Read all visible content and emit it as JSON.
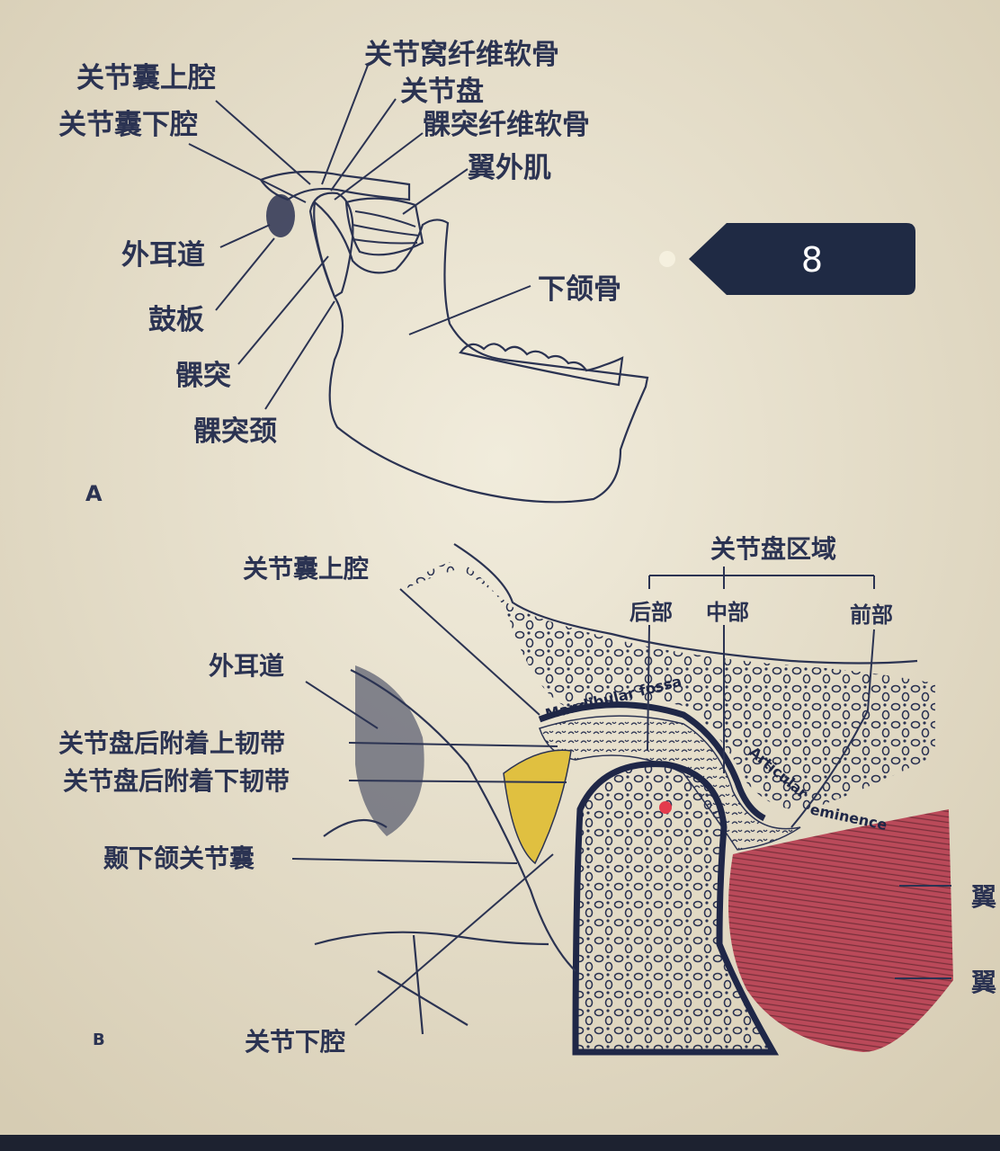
{
  "colors": {
    "background": "#e6dfcb",
    "ink": "#2b3352",
    "badge": "#1f2a44",
    "muscle": "#b0374a",
    "fat": "#e0c040"
  },
  "badge": {
    "number": "8"
  },
  "figure_a": {
    "panel_label": "A",
    "labels": {
      "glenoid_fibrocartilage": "关节窝纤维软骨",
      "upper_joint_cavity": "关节囊上腔",
      "disc": "关节盘",
      "lower_joint_cavity": "关节囊下腔",
      "condyle_fibrocartilage": "髁突纤维软骨",
      "lateral_pterygoid": "翼外肌",
      "external_auditory_canal": "外耳道",
      "mandible": "下颌骨",
      "tympanic_plate": "鼓板",
      "condyle": "髁突",
      "condylar_neck": "髁突颈"
    }
  },
  "figure_b": {
    "panel_label": "B",
    "labels": {
      "disc_regions": "关节盘区域",
      "posterior": "后部",
      "middle": "中部",
      "anterior": "前部",
      "upper_joint_cavity": "关节囊上腔",
      "external_auditory_canal": "外耳道",
      "upper_retrodiscal_lamina": "关节盘后附着上韧带",
      "lower_retrodiscal_lamina": "关节盘后附着下韧带",
      "tmj_capsule": "颞下颌关节囊",
      "lower_joint_cavity": "关节下腔",
      "mandibular_fossa": "Mandibular fossa",
      "articular_eminence_1": "Articular",
      "articular_eminence_2": "eminence",
      "cut_label_1": "翼",
      "cut_label_2": "翼"
    }
  }
}
